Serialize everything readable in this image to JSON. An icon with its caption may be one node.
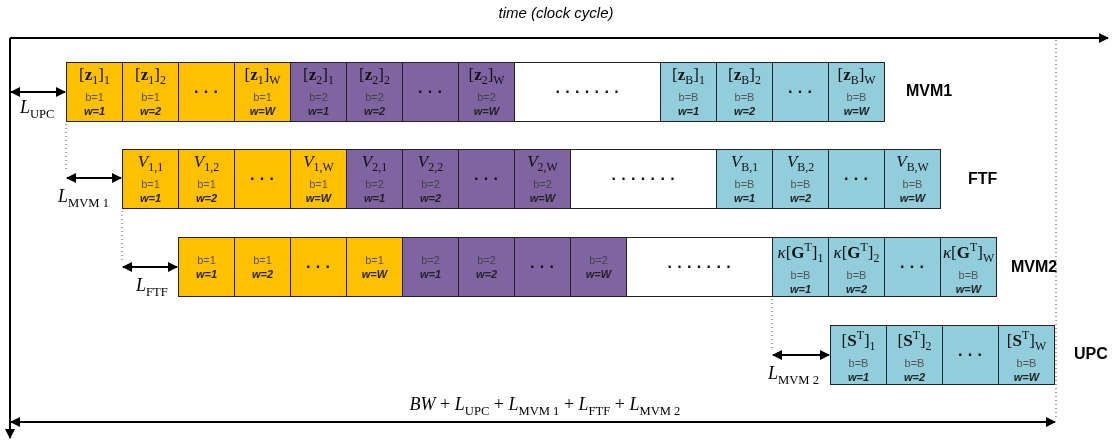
{
  "diagram": {
    "nodes": [
      {
        "text": [
          "[**z**$_{1}$]$_{1}$",
          "b=1",
          "w=1"
        ]
      },
      {
        "text": [
          "[**z**$_{1}$]$_{2}$",
          "b=1",
          "w=2"
        ]
      },
      {
        "text": [
          "· · ·"
        ]
      },
      {
        "text": [
          "[**z**$_{1}$]$_{W}$",
          "b=1",
          "w=W"
        ]
      },
      {
        "text": [
          "[**z**$_{2}$]$_{1}$",
          "b=2",
          "w=1"
        ]
      },
      {
        "text": [
          "[**z**$_{2}$]$_{2}$",
          "b=2",
          "w=2"
        ]
      },
      {
        "text": [
          "· · ·"
        ]
      },
      {
        "text": [
          "[**z**$_{2}$]$_{W}$",
          "b=2",
          "w=W"
        ]
      },
      {
        "text": [
          "· · · · · · ·"
        ]
      },
      {
        "text": [
          "[**z**$_{B}$]$_{1}$",
          "b=B",
          "w=1"
        ]
      },
      {
        "text": [
          "[**z**$_{B}$]$_{2}$",
          "b=B",
          "w=2"
        ]
      },
      {
        "text": [
          "· · ·"
        ]
      },
      {
        "text": [
          "[**z**$_{B}$]$_{W}$",
          "b=B",
          "w=W"
        ]
      },
      {
        "text": [
          "*V*$_{1,1}$",
          "b=1",
          "w=1"
        ]
      },
      {
        "text": [
          "*V*$_{1,2}$",
          "b=1",
          "w=2"
        ]
      },
      {
        "text": [
          "· · ·"
        ]
      },
      {
        "text": [
          "*V*$_{1,W}$",
          "b=1",
          "w=W"
        ]
      },
      {
        "text": [
          "*V*$_{2,1}$",
          "b=2",
          "w=1"
        ]
      },
      {
        "text": [
          "*V*$_{2,2}$",
          "b=2",
          "w=2"
        ]
      },
      {
        "text": [
          "· · ·"
        ]
      },
      {
        "text": [
          "*V*$_{2,W}$",
          "b=2",
          "w=W"
        ]
      },
      {
        "text": [
          "· · · · · · ·"
        ]
      },
      {
        "text": [
          "*V*$_{B,1}$",
          "b=B",
          "w=1"
        ]
      },
      {
        "text": [
          "*V*$_{B,2}$",
          "b=B",
          "w=2"
        ]
      },
      {
        "text": [
          "· · ·"
        ]
      },
      {
        "text": [
          "*V*$_{B,W}$",
          "b=B",
          "w=W"
        ]
      },
      {
        "text": [
          "b=1",
          "w=1"
        ]
      },
      {
        "text": [
          "b=1",
          "w=2"
        ]
      },
      {
        "text": [
          "· · ·"
        ]
      },
      {
        "text": [
          "b=1",
          "w=W"
        ]
      },
      {
        "text": [
          "b=2",
          "w=1"
        ]
      },
      {
        "text": [
          "b=2",
          "w=2"
        ]
      },
      {
        "text": [
          "· · ·"
        ]
      },
      {
        "text": [
          "b=2",
          "w=W"
        ]
      },
      {
        "text": [
          "· · · · · · ·"
        ]
      },
      {
        "text": [
          "*κ*[**G**$^{T}$]$_{1}$",
          "b=B",
          "w=1"
        ]
      },
      {
        "text": [
          "*κ*[**G**$^{T}$]$_{2}$",
          "b=B",
          "w=2"
        ]
      },
      {
        "text": [
          "· · ·"
        ]
      },
      {
        "text": [
          "*κ*[**G**$^{T}$]$_{W}$",
          "b=B",
          "w=W"
        ]
      },
      {
        "text": [
          "[**S**$^{T}$]$_{1}$",
          "b=B",
          "w=1"
        ]
      },
      {
        "text": [
          "[**S**$^{T}$]$_{2}$",
          "b=B",
          "w=2"
        ]
      },
      {
        "text": [
          "· · ·"
        ]
      },
      {
        "text": [
          "[**S**$^{T}$]$_{W}$",
          "b=B",
          "w=W"
        ]
      }
    ],
    "edges": [],
    "labels": [
      "time (clock cycle)",
      "*L*$_{UPC}$",
      "MVM1",
      "*L*$_{MVM 1}$",
      "FTF",
      "*L*$_{FTF}$",
      "MVM2",
      "*L*$_{MVM 2}$",
      "UPC",
      "*BW* + *L*$_{UPC}$ + *L*$_{MVM 1}$ + *L*$_{FTF}$ + *L*$_{MVM 2}$"
    ]
  }
}
